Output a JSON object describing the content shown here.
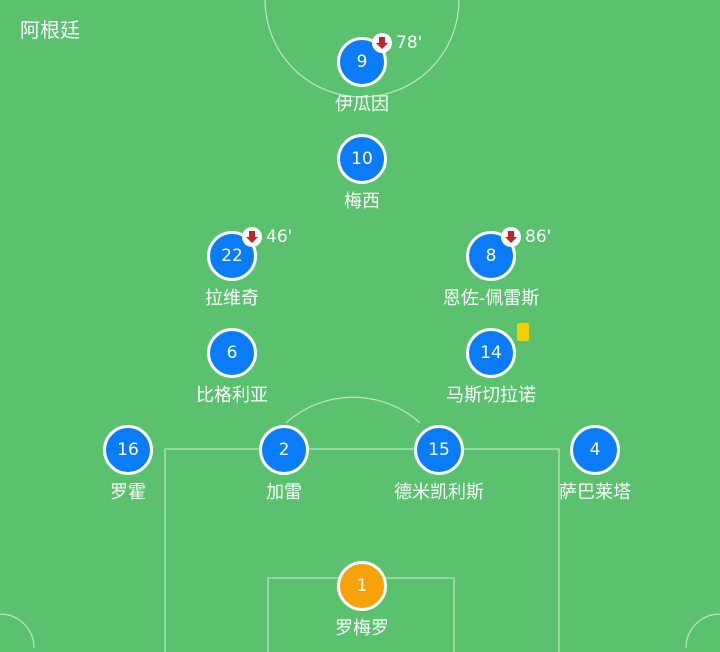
{
  "team": {
    "name": "阿根廷"
  },
  "players": {
    "p9": {
      "number": "9",
      "name": "伊瓜因",
      "sub_time": "78'"
    },
    "p10": {
      "number": "10",
      "name": "梅西"
    },
    "p22": {
      "number": "22",
      "name": "拉维奇",
      "sub_time": "46'"
    },
    "p8": {
      "number": "8",
      "name": "恩佐-佩雷斯",
      "sub_time": "86'"
    },
    "p6": {
      "number": "6",
      "name": "比格利亚"
    },
    "p14": {
      "number": "14",
      "name": "马斯切拉诺"
    },
    "p16": {
      "number": "16",
      "name": "罗霍"
    },
    "p2": {
      "number": "2",
      "name": "加雷"
    },
    "p15": {
      "number": "15",
      "name": "德米凯利斯"
    },
    "p4": {
      "number": "4",
      "name": "萨巴莱塔"
    },
    "p1": {
      "number": "1",
      "name": "罗梅罗"
    }
  },
  "colors": {
    "pitch": "#5ac26e",
    "player": "#0a7cf8",
    "goalkeeper": "#f7a10b",
    "sub_arrow": "#c0242b",
    "yellow_card": "#f5d000"
  }
}
